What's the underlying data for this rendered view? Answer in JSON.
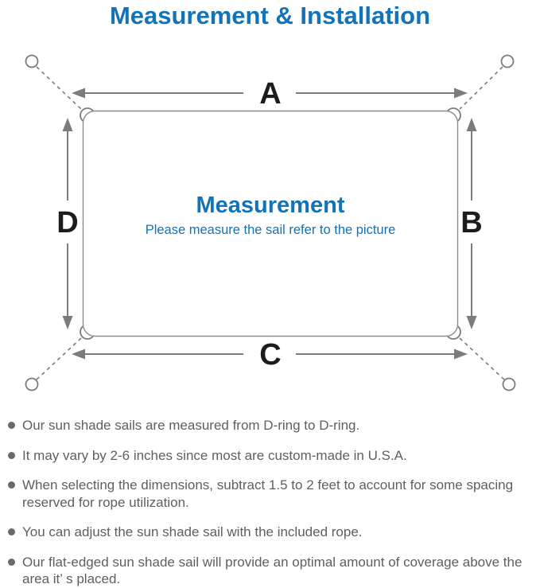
{
  "header": {
    "title": "Measurement & Installation"
  },
  "diagram": {
    "side_labels": {
      "top": "A",
      "right": "B",
      "bottom": "C",
      "left": "D"
    },
    "center": {
      "title": "Measurement",
      "subtitle": "Please measure the sail refer to the picture"
    }
  },
  "colors": {
    "accent_blue": "#1273b8",
    "line_gray": "#7c7c7c",
    "label_black": "#1c1c1c",
    "body_gray": "#5f5f5f"
  },
  "notes": {
    "items": [
      "Our sun shade sails are measured from D-ring to D-ring.",
      "It may vary by 2-6 inches since most are custom-made in U.S.A.",
      "When selecting the dimensions, subtract 1.5 to 2 feet to account for some spacing reserved for rope utilization.",
      "You can adjust the sun shade sail with the included rope.",
      "Our flat-edged sun shade sail will provide an optimal amount of coverage above the area it’ s placed."
    ]
  }
}
